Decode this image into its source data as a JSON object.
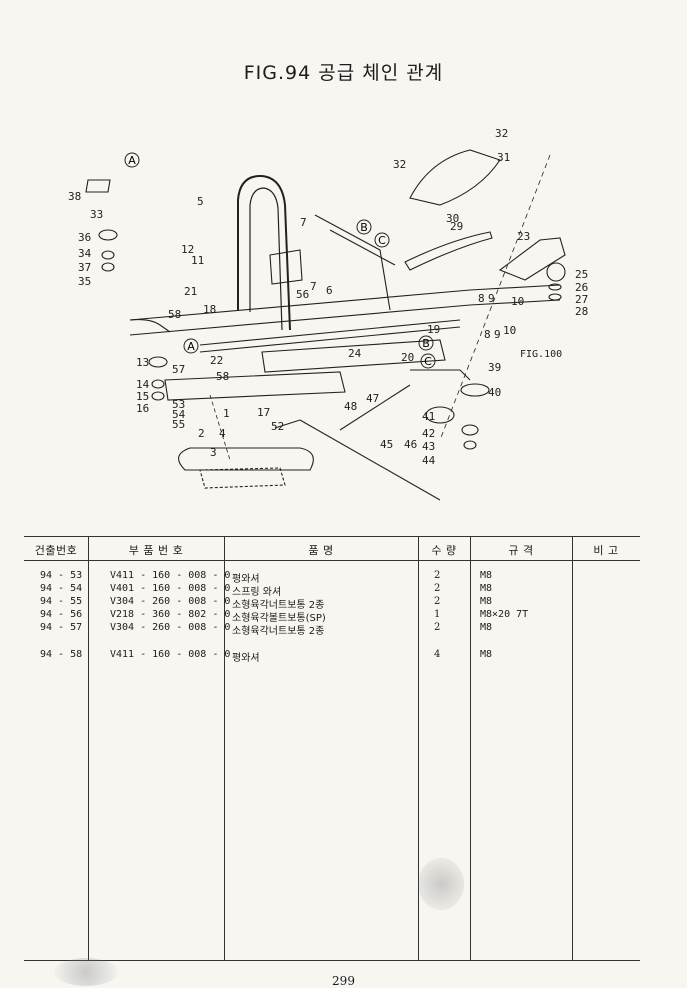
{
  "title": "FIG.94 공급 체인 관계",
  "figure": {
    "callouts": [
      "1",
      "2",
      "3",
      "4",
      "5",
      "6",
      "7",
      "8",
      "9",
      "10",
      "11",
      "12",
      "13",
      "14",
      "15",
      "16",
      "17",
      "18",
      "19",
      "20",
      "21",
      "22",
      "23",
      "24",
      "25",
      "26",
      "27",
      "28",
      "29",
      "30",
      "31",
      "32",
      "33",
      "34",
      "35",
      "36",
      "37",
      "38",
      "39",
      "40",
      "41",
      "42",
      "43",
      "44",
      "45",
      "46",
      "47",
      "48",
      "52",
      "53",
      "54",
      "55",
      "56",
      "57",
      "58"
    ],
    "markers": [
      "A",
      "B",
      "C"
    ],
    "reference": "FIG.100"
  },
  "table": {
    "headers": [
      "건출번호",
      "부 품 번 호",
      "품 명",
      "수 량",
      "규 격",
      "비 고"
    ],
    "rows": [
      {
        "no": "94 - 53",
        "part": "V411 - 160 - 008 - 0",
        "name": "평와셔",
        "qty": "2",
        "spec": "M8"
      },
      {
        "no": "94 - 54",
        "part": "V401 - 160 - 008 - 0",
        "name": "스프링 와셔",
        "qty": "2",
        "spec": "M8"
      },
      {
        "no": "94 - 55",
        "part": "V304 - 260 - 008 - 0",
        "name": "소형육각너트보통 2종",
        "qty": "2",
        "spec": "M8"
      },
      {
        "no": "94 - 56",
        "part": "V218 - 360 - 802 - 0",
        "name": "소형육각볼트보통(SP)",
        "qty": "1",
        "spec": "M8×20 7T"
      },
      {
        "no": "94 - 57",
        "part": "V304 - 260 - 008 - 0",
        "name": "소형육각너트보통 2종",
        "qty": "2",
        "spec": "M8"
      },
      {
        "no": "94 - 58",
        "part": "V411 - 160 - 008 - 0",
        "name": "평와셔",
        "qty": "4",
        "spec": "M8"
      }
    ]
  },
  "page_number": "299"
}
